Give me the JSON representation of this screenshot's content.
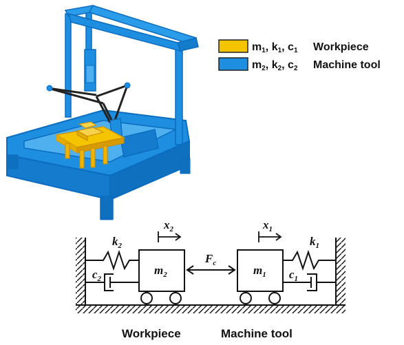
{
  "legend": {
    "items": [
      {
        "param_m": "m",
        "sub_m": "1",
        "param_k": "k",
        "sub_k": "1",
        "param_c": "c",
        "sub_c": "1",
        "label": "Workpiece",
        "color": "#f5c400"
      },
      {
        "param_m": "m",
        "sub_m": "2",
        "param_k": "k",
        "sub_k": "2",
        "param_c": "c",
        "sub_c": "2",
        "label": "Machine tool",
        "color": "#1e8fe0"
      }
    ]
  },
  "colors": {
    "machine_blue": "#1e8fe0",
    "machine_blue_dark": "#0b6cc0",
    "workpiece_yellow": "#f5c400",
    "workpiece_dark": "#d79a00",
    "line": "#111111"
  },
  "model": {
    "left_mass": {
      "sym": "m",
      "sub": "2"
    },
    "right_mass": {
      "sym": "m",
      "sub": "1"
    },
    "left_spring": {
      "sym": "k",
      "sub": "2"
    },
    "right_spring": {
      "sym": "k",
      "sub": "1"
    },
    "left_damper": {
      "sym": "c",
      "sub": "2"
    },
    "right_damper": {
      "sym": "c",
      "sub": "1"
    },
    "left_disp": {
      "sym": "x",
      "sub": "2"
    },
    "right_disp": {
      "sym": "x",
      "sub": "1"
    },
    "force": {
      "sym": "F",
      "sub": "c"
    },
    "caption_left": "Workpiece",
    "caption_right": "Machine tool"
  }
}
